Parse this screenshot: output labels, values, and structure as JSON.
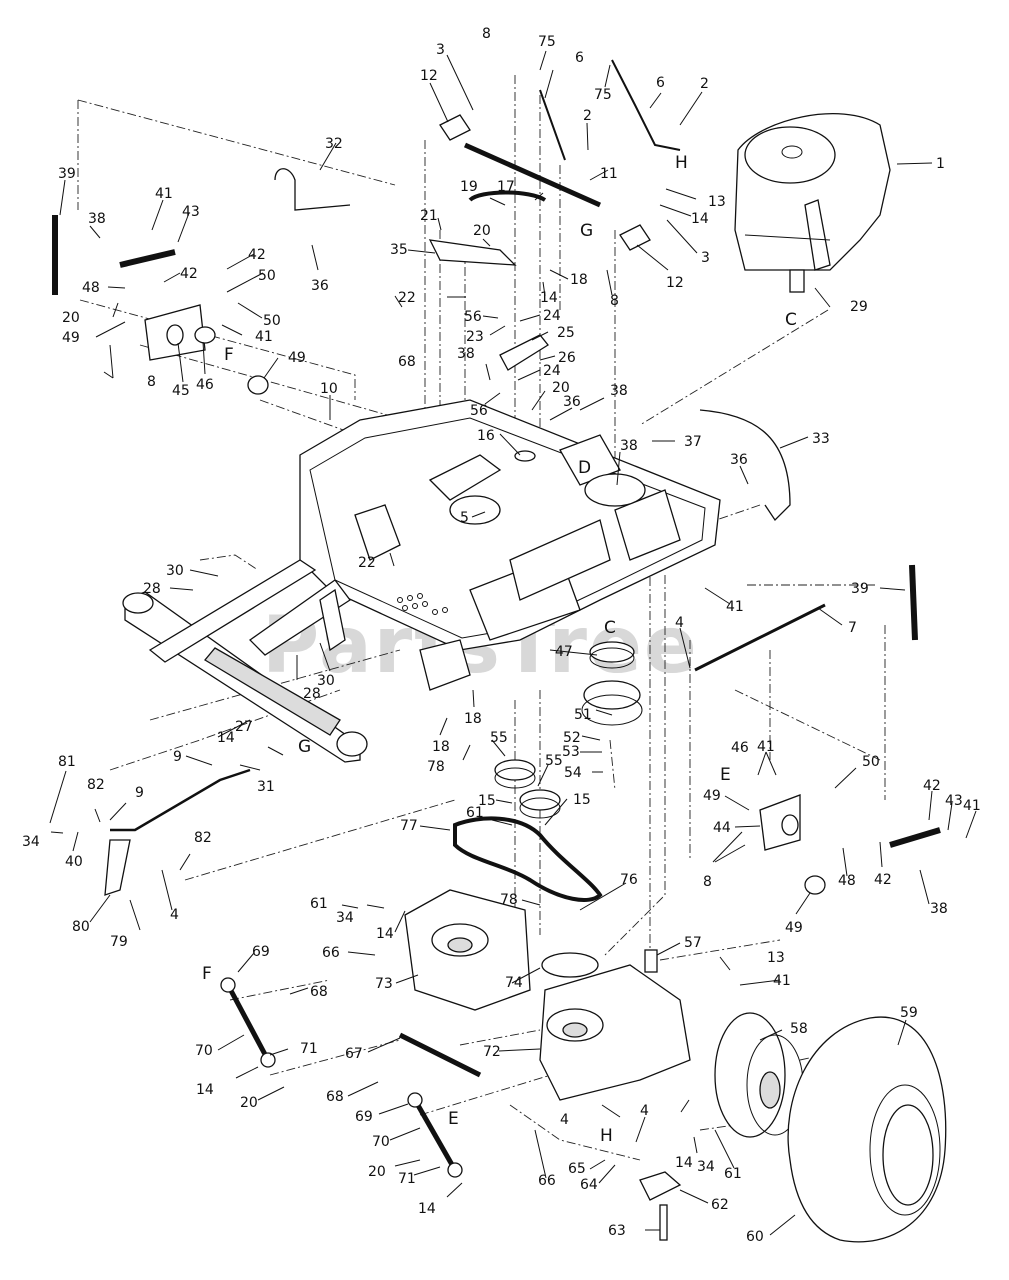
{
  "watermark": "PartsTree",
  "callouts": [
    "1",
    "2",
    "2",
    "3",
    "3",
    "4",
    "4",
    "4",
    "4",
    "5",
    "6",
    "6",
    "7",
    "8",
    "8",
    "8",
    "8",
    "9",
    "9",
    "10",
    "11",
    "12",
    "12",
    "13",
    "13",
    "14",
    "14",
    "14",
    "14",
    "14",
    "14",
    "14",
    "15",
    "15",
    "16",
    "17",
    "18",
    "18",
    "18",
    "19",
    "20",
    "20",
    "20",
    "20",
    "20",
    "21",
    "22",
    "22",
    "23",
    "24",
    "24",
    "25",
    "26",
    "27",
    "28",
    "28",
    "29",
    "30",
    "30",
    "31",
    "32",
    "33",
    "34",
    "34",
    "34",
    "35",
    "36",
    "36",
    "36",
    "37",
    "38",
    "38",
    "38",
    "38",
    "38",
    "39",
    "39",
    "40",
    "41",
    "41",
    "41",
    "41",
    "41",
    "41",
    "42",
    "42",
    "42",
    "42",
    "43",
    "43",
    "44",
    "45",
    "46",
    "46",
    "47",
    "48",
    "48",
    "49",
    "49",
    "49",
    "49",
    "50",
    "50",
    "50",
    "51",
    "52",
    "53",
    "54",
    "55",
    "55",
    "56",
    "56",
    "57",
    "58",
    "59",
    "60",
    "61",
    "61",
    "61",
    "62",
    "63",
    "64",
    "65",
    "66",
    "66",
    "67",
    "68",
    "68",
    "68",
    "69",
    "69",
    "70",
    "70",
    "71",
    "71",
    "72",
    "73",
    "74",
    "75",
    "75",
    "76",
    "77",
    "78",
    "78",
    "79",
    "80",
    "81",
    "82",
    "82"
  ],
  "connection_letters": [
    "C",
    "C",
    "D",
    "E",
    "E",
    "F",
    "F",
    "G",
    "G",
    "H",
    "H"
  ]
}
